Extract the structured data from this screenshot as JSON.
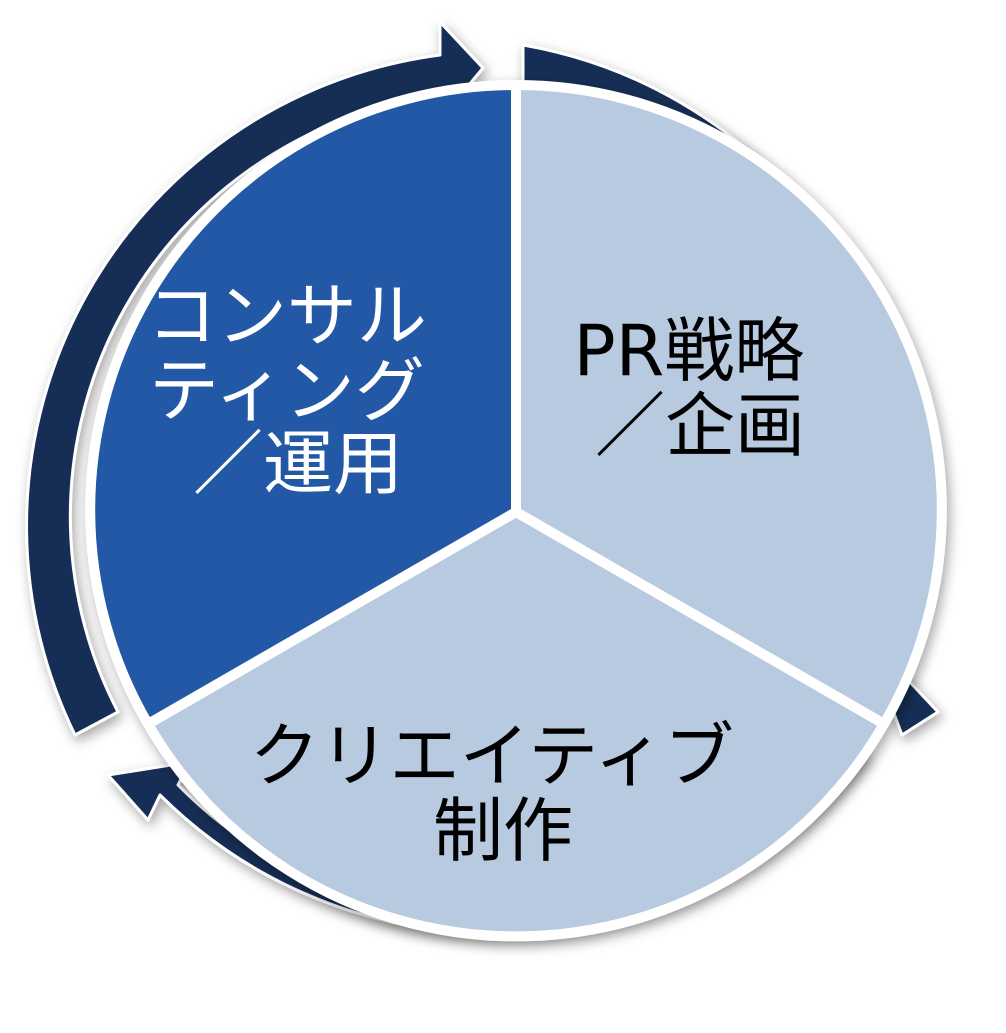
{
  "diagram": {
    "segments": [
      {
        "id": "pr-strategy",
        "lines": [
          "PR戦略",
          "／企画"
        ],
        "fill": "#b8cae0",
        "text_color": "#000000"
      },
      {
        "id": "creative",
        "lines": [
          "クリエイティブ",
          "制作"
        ],
        "fill": "#b8cae0",
        "text_color": "#000000"
      },
      {
        "id": "consulting",
        "lines": [
          "コンサル",
          "ティング",
          "／運用"
        ],
        "fill": "#2459a6",
        "text_color": "#ffffff"
      }
    ],
    "ring_color": "#152d55",
    "divider_color": "#ffffff"
  }
}
